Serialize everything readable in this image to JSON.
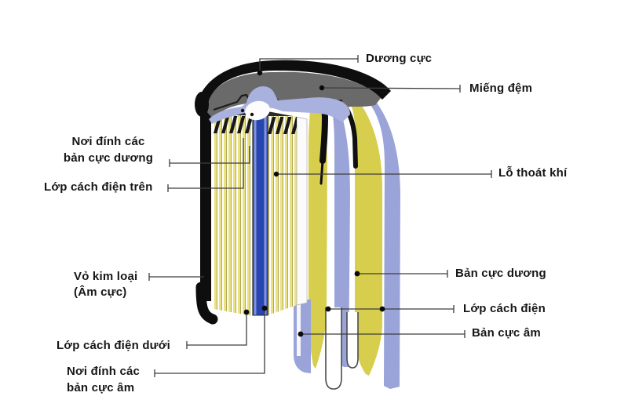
{
  "diagram": {
    "kind": "battery-cutaway-diagram",
    "labels": {
      "duong_cuc": "Dương cực",
      "mieng_dem": "Miếng đệm",
      "noi_dinh_duong_l1": "Nơi đính các",
      "noi_dinh_duong_l2": "bản cực dương",
      "lop_cach_dien_tren": "Lớp cách điện trên",
      "lo_thoat_khi": "Lỗ thoát khí",
      "vo_kim_loai_l1": "Vỏ kim loại",
      "vo_kim_loai_l2": "(Âm cực)",
      "ban_cuc_duong": "Bản cực dương",
      "lop_cach_dien": "Lớp cách điện",
      "ban_cuc_am": "Bản cực âm",
      "lop_cach_dien_duoi": "Lớp cách điện dưới",
      "noi_dinh_am_l1": "Nơi đính các",
      "noi_dinh_am_l2": "bản cực âm"
    },
    "colors": {
      "casing_black": "#0e0e0e",
      "cap_gray": "#6a6a6a",
      "gasket_lavender": "#a9b1de",
      "separator_lavender": "#9aa4d8",
      "electrode_blue": "#2746b0",
      "electrode_blue_light": "#8093dd",
      "positive_plate_yellow": "#d8ce4e",
      "plate_cream": "#f6f1c0",
      "cut_face_white": "#fbfbfb",
      "leader_line": "#3d3d3d",
      "dot_black": "#0a0a0a",
      "label_text": "#161616",
      "background": "#ffffff"
    }
  }
}
